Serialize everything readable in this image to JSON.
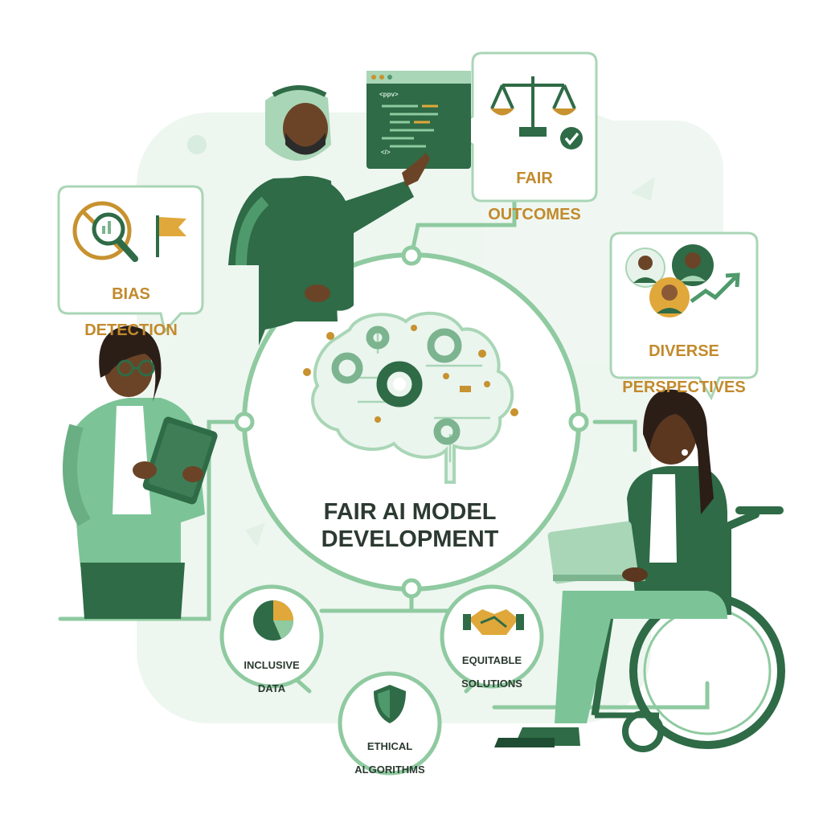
{
  "center": {
    "title_line1": "FAIR AI MODEL",
    "title_line2": "DEVELOPMENT"
  },
  "callouts": [
    {
      "id": "bias",
      "line1": "BIAS",
      "line2": "DETECTION",
      "icons": [
        "magnifier-bias-icon",
        "flag-icon"
      ]
    },
    {
      "id": "fair",
      "line1": "FAIR",
      "line2": "OUTCOMES",
      "icons": [
        "scales-icon",
        "checkmark-icon"
      ]
    },
    {
      "id": "diverse",
      "line1": "DIVERSE",
      "line2": "PERSPECTIVES",
      "icons": [
        "people-group-icon",
        "growth-arrow-icon"
      ]
    }
  ],
  "nodes": [
    {
      "id": "inclusive",
      "line1": "INCLUSIVE",
      "line2": "DATA",
      "icon": "pie-chart-icon"
    },
    {
      "id": "ethical",
      "line1": "ETHICAL",
      "line2": "ALGORITHMS",
      "icon": "shield-icon"
    },
    {
      "id": "equitable",
      "line1": "EQUITABLE",
      "line2": "SOLUTIONS",
      "icon": "handshake-icon"
    }
  ],
  "code_window": {
    "top_tag": "<ppv>",
    "bottom_tag": "</>"
  },
  "colors": {
    "green_dark": "#2e6b46",
    "green_mid": "#4f9a6c",
    "green_light": "#a9d6b6",
    "gold": "#c7922f",
    "line": "#8fcaa0"
  }
}
